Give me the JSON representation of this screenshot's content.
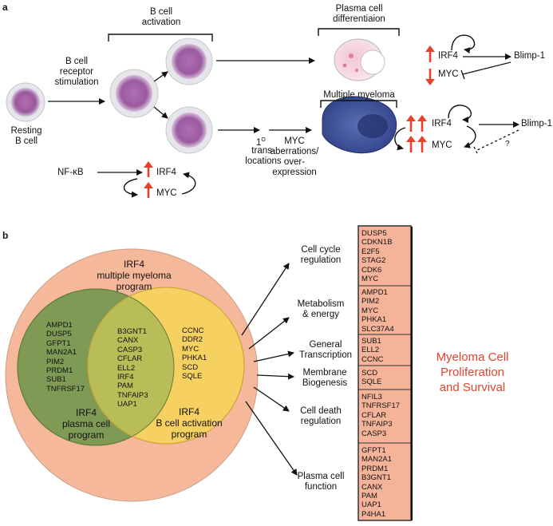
{
  "panel_a": {
    "label": "a",
    "resting": "Resting\nB cell",
    "bcr": "B cell\nreceptor\nstimulation",
    "activation": "B cell\nactivation",
    "plasma": "Plasma cell\ndifferentiaion",
    "mm": "Multiple myeloma",
    "transloc_num": "1",
    "transloc_deg": "O",
    "transloc": "trans-\nlocations",
    "myc_aberr": "MYC\naberrations/\nover-\nexpression",
    "nfkb": "NF-κB",
    "irf4": "IRF4",
    "myc": "MYC",
    "blimp": "Blimp-1",
    "question": "?"
  },
  "panel_b": {
    "label": "b",
    "outer_title": "IRF4\nmultiple myeloma\nprogram",
    "plasma_program": "IRF4\nplasma cell\nprogram",
    "bcell_program": "IRF4\nB cell activation\nprogram",
    "plasma_only_genes": "AMPD1\nDUSP5\nGFPT1\nMAN2A1\nPIM2\nPRDM1\nSUB1\nTNFRSF17",
    "shared_genes": "B3GNT1\nCANX\nCASP3\nCFLAR\nELL2\nIRF4\nPAM\nTNFAIP3\nUAP1",
    "bcell_only_genes": "CCNC\nDDR2\nMYC\nPHKA1\nSCD\nSQLE",
    "categories": [
      {
        "label": "Cell cycle\nregulation",
        "genes": "DUSP5\nCDKN1B\nE2F5\nSTAG2\nCDK6\nMYC"
      },
      {
        "label": "Metabolism\n& energy",
        "genes": "AMPD1\nPIM2\nMYC\nPHKA1\nSLC37A4"
      },
      {
        "label": "General\nTranscription",
        "genes": "SUB1\nELL2\nCCNC"
      },
      {
        "label": "Membrane\nBiogenesis",
        "genes": "SCD\nSQLE"
      },
      {
        "label": "Cell death\nregulation",
        "genes": "NFIL3\nTNFRSF17\nCFLAR\nTNFAIP3\nCASP3"
      },
      {
        "label": "Plasma cell\nfunction",
        "genes": "GFPT1\nMAN2A1\nPRDM1\nB3GNT1\nCANX\nPAM\nUAP1\nP4HA1"
      }
    ],
    "outcome": "Myeloma Cell\nProliferation\nand Survival"
  },
  "colors": {
    "outer_circle": "#f6b89a",
    "plasma_circle": "#7f9a55",
    "bcell_circle": "#f7d062",
    "overlap": "#b9bd57",
    "gene_box": "#f5b49a",
    "outcome": "#e8412a",
    "up_arrow": "#e8412a"
  }
}
